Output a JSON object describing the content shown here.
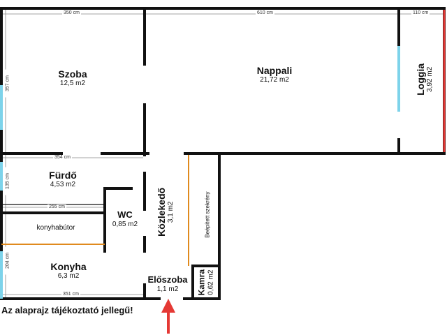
{
  "dimensions": {
    "top_left": "350 cm",
    "top_mid": "610 cm",
    "top_right": "110 cm",
    "left_top": "357 cm",
    "left_mid": "135 cm",
    "left_bottom": "204 cm",
    "szoba_bottom": "354 cm",
    "furdo_bottom": "255 cm",
    "konyha_bottom": "351 cm"
  },
  "rooms": {
    "szoba": {
      "name": "Szoba",
      "area": "12,5 m2"
    },
    "nappali": {
      "name": "Nappali",
      "area": "21,72 m2"
    },
    "loggia": {
      "name": "Loggia",
      "area": "3,92 m2"
    },
    "furdo": {
      "name": "Fürdő",
      "area": "4,53 m2"
    },
    "wc": {
      "name": "WC",
      "area": "0,85 m2"
    },
    "kozlekedo": {
      "name": "Közlekedő",
      "area": "3,1 m2"
    },
    "konyhabutor": {
      "name": "konyhabútor"
    },
    "konyha": {
      "name": "Konyha",
      "area": "6,3 m2"
    },
    "eloszoba": {
      "name": "Előszoba",
      "area": "1,1 m2"
    },
    "kamra": {
      "name": "Kamra",
      "area": "0,62 m2"
    },
    "szekreny": {
      "name": "Beépített szekrény"
    }
  },
  "disclaimer": "Az alaprajz tájékoztató jellegű!",
  "colors": {
    "window": "#7dd3ea",
    "partition": "#e08a1e",
    "entrance_arrow": "#e53935"
  }
}
